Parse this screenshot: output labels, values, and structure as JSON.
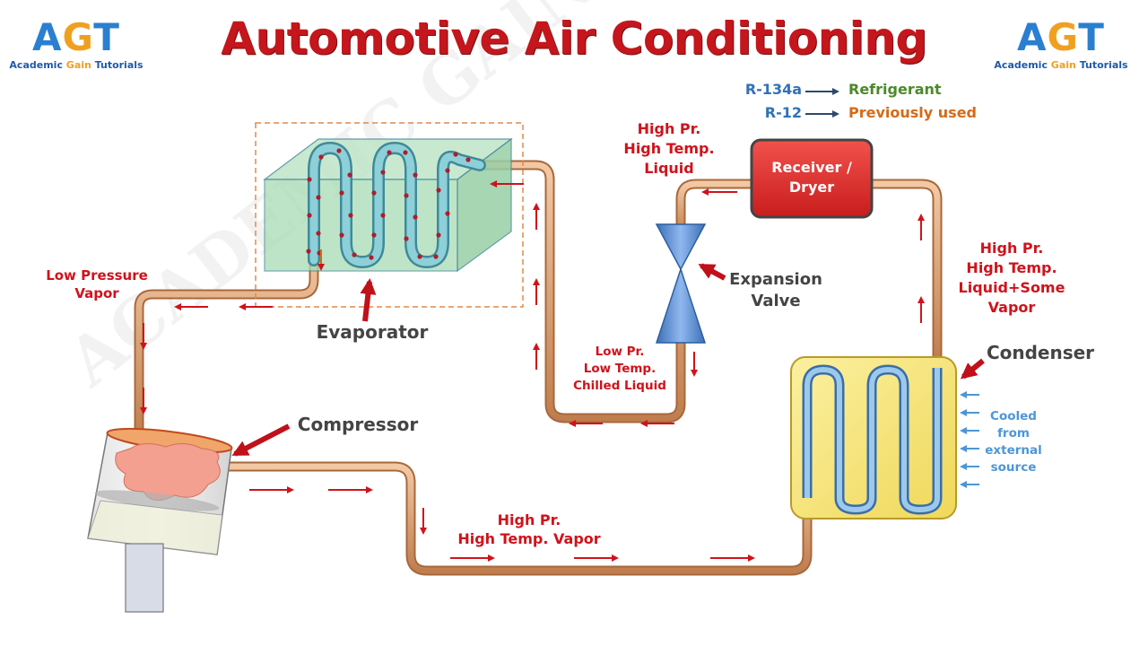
{
  "title": "Automotive Air Conditioning",
  "logo": {
    "letters": [
      "A",
      "G",
      "T"
    ],
    "tagline_start": "Academic ",
    "tagline_mid": "Gain",
    "tagline_end": " Tutorials"
  },
  "legend": [
    {
      "key": "R-134a",
      "value": "Refrigerant"
    },
    {
      "key": "R-12",
      "value": "Previously used"
    }
  ],
  "components": {
    "evaporator": "Evaporator",
    "compressor": "Compressor",
    "condenser": "Condenser",
    "expansion_valve": [
      "Expansion",
      "Valve"
    ],
    "receiver_dryer": [
      "Receiver /",
      "Dryer"
    ]
  },
  "states": {
    "low_pressure_vapor": [
      "Low Pressure",
      "Vapor"
    ],
    "high_pr_liquid": [
      "High Pr.",
      "High Temp.",
      "Liquid"
    ],
    "high_pr_liquid_vapor": [
      "High Pr.",
      "High Temp.",
      "Liquid+Some",
      "Vapor"
    ],
    "low_pr_liquid": [
      "Low Pr.",
      "Low Temp.",
      "Chilled Liquid"
    ],
    "high_pr_vapor": [
      "High Pr.",
      "High Temp. Vapor"
    ]
  },
  "cooling_note": [
    "Cooled",
    "from",
    "external",
    "source"
  ],
  "watermark": "ACADEMIC GAIN TUTORIALS",
  "colors": {
    "title": "#c4161c",
    "label_red": "#d0121b",
    "pipe": "#d89a6a",
    "arrow": "#d0121b",
    "receiver": "#e8302e",
    "valve": "#4f86d0",
    "condenser_body": "#f5e27a",
    "evaporator_box": "#a8d8b0"
  }
}
